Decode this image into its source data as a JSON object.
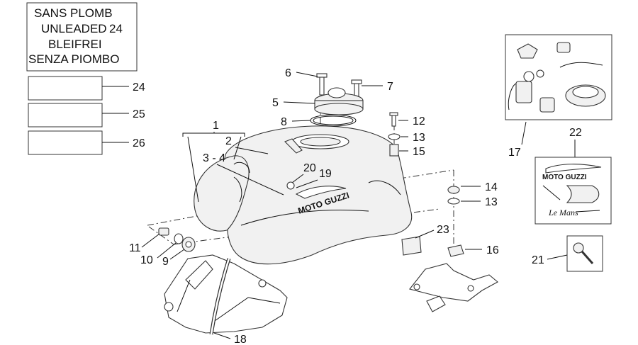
{
  "legend": {
    "lines": [
      "SANS PLOMB",
      "UNLEADED",
      "BLEIFREI",
      "SENZA PIOMBO"
    ]
  },
  "decal_brand": "MOTO GUZZI",
  "decal_script": "Le Mans",
  "tank_brand": "MOTO GUZZI",
  "callouts": {
    "c1": "1",
    "c2": "2",
    "c3_4": "3 - 4",
    "c5": "5",
    "c6": "6",
    "c7": "7",
    "c8": "8",
    "c9": "9",
    "c10": "10",
    "c11": "11",
    "c12": "12",
    "c13a": "13",
    "c13b": "13",
    "c14": "14",
    "c15": "15",
    "c16": "16",
    "c17": "17",
    "c18": "18",
    "c19": "19",
    "c20": "20",
    "c21": "21",
    "c22": "22",
    "c23": "23",
    "c24": "24",
    "c24b": "24",
    "c25": "25",
    "c26": "26"
  },
  "colors": {
    "ink": "#111111",
    "part_fill": "#f1f1f1",
    "background": "#ffffff"
  }
}
